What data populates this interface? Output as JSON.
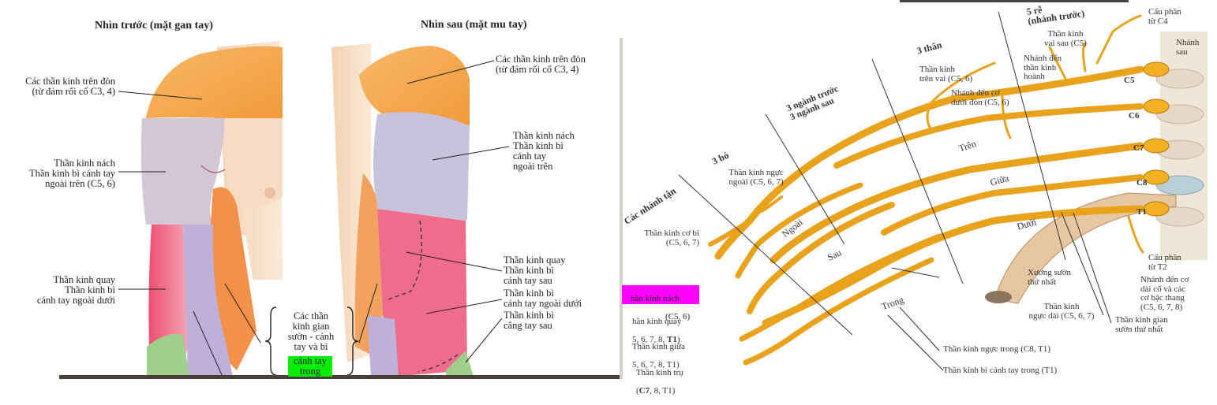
{
  "left_panel": {
    "title_front": "Nhìn trước (mặt gan tay)",
    "title_back": "Nhìn sau (mặt mu tay)",
    "front_labels": {
      "supraclavicular": "Các thần kinh trên đòn\n(từ đám rối cổ C3, 4)",
      "axillary": "Thần kinh nách\nThần kinh bì cánh tay\nngoài trên (C5, 6)",
      "radial": "Thần kinh quay\nThần kinh bì\ncánh tay ngoài dưới"
    },
    "middle_label_top": "Các thần\nkinh gian\nsườn - cánh\ntay và bì",
    "middle_label_highlight": "cánh tay\ntrong",
    "back_labels": {
      "supraclavicular": "Các thần kinh trên đòn\n(từ đám rối cổ C3, 4)",
      "axillary": "Thần kinh nách\nThần kinh bì\ncánh tay\nngoài trên",
      "radial": "Thần kinh quay\nThần kinh bì\ncánh tay sau",
      "lower_lateral": "Thần kinh bì\ncánh tay ngoài dưới",
      "posterior_forearm": "Thần kinh bì\ncẳng tay sau"
    }
  },
  "right_panel": {
    "section_labels": {
      "roots": "5 rễ\n(nhánh trước)",
      "trunks": "3 thân",
      "divisions": "3 ngành trước\n3 ngành sau",
      "cords": "3 bó",
      "terminal": "Các nhánh tận"
    },
    "trunk_names": {
      "upper": "Trên",
      "middle": "Giữa",
      "lower": "Dưới"
    },
    "cord_names": {
      "lateral": "Ngoài",
      "posterior": "Sau",
      "medial": "Trong"
    },
    "root_levels": [
      "C5",
      "C6",
      "C7",
      "C8",
      "T1"
    ],
    "branch_labels": {
      "c4_contribution": "Cấu phần\ntừ C4",
      "posterior_branch": "Nhánh\nsau",
      "dorsal_scapular": "Thần kinh\nvai sau (C5)",
      "phrenic_branch": "Nhánh đến\nthần kinh\nhoành",
      "suprascapular": "Thần kinh\ntrên vai (C5, 6)",
      "subclavius": "Nhánh đến cơ\ndưới đòn (C5, 6)",
      "lateral_pectoral": "Thần kinh ngực\nngoài (C5, 6, 7)",
      "musculocutaneous": "Thần kinh cơ bì\n(C5, 6, 7)",
      "axillary_prefix": "hần kinh nách",
      "axillary_roots": "(C5, 6)",
      "radial_name": "hần kinh quay",
      "radial_roots_pre": "5, 6, 7, 8, ",
      "radial_roots_bold": "T1",
      "radial_roots_post": ")",
      "median_name": "Thần kinh giữa",
      "median_roots": "5, 6, 7, 8, T1)",
      "ulnar_name": "Thần kinh trụ",
      "ulnar_roots_bold": "C7",
      "ulnar_roots_post": ", 8, T1)",
      "first_rib": "Xương sườn\nthứ nhất",
      "long_thoracic": "Thần kinh\nngực dài (C5, 6, 7)",
      "first_intercostal": "Thần kinh gian\nsườn thứ nhất",
      "t2_contribution": "Cấu phần\ntừ T2",
      "longus_colli": "Nhánh đến cơ\ndài cổ và các\ncơ bậc thang\n(C5, 6, 7, 8)",
      "medial_pectoral": "Thần kinh ngực trong (C8, T1)",
      "medial_brachial_cutaneous": "Thần kinh bì cánh tay trong (T1)"
    }
  },
  "colors": {
    "supraclavicular": "#f5b25a",
    "axillary": "#cbbfd0",
    "radial_anterior": "#ee5f7c",
    "medial": "#b7a6d6",
    "posterior_forearm": "#f08a3c",
    "skin": "#f6dcc0",
    "nerve": "#e8a21c",
    "nerve_dark": "#b97a08",
    "highlight_magenta": "#ff00ff",
    "highlight_green": "#00ee00"
  }
}
